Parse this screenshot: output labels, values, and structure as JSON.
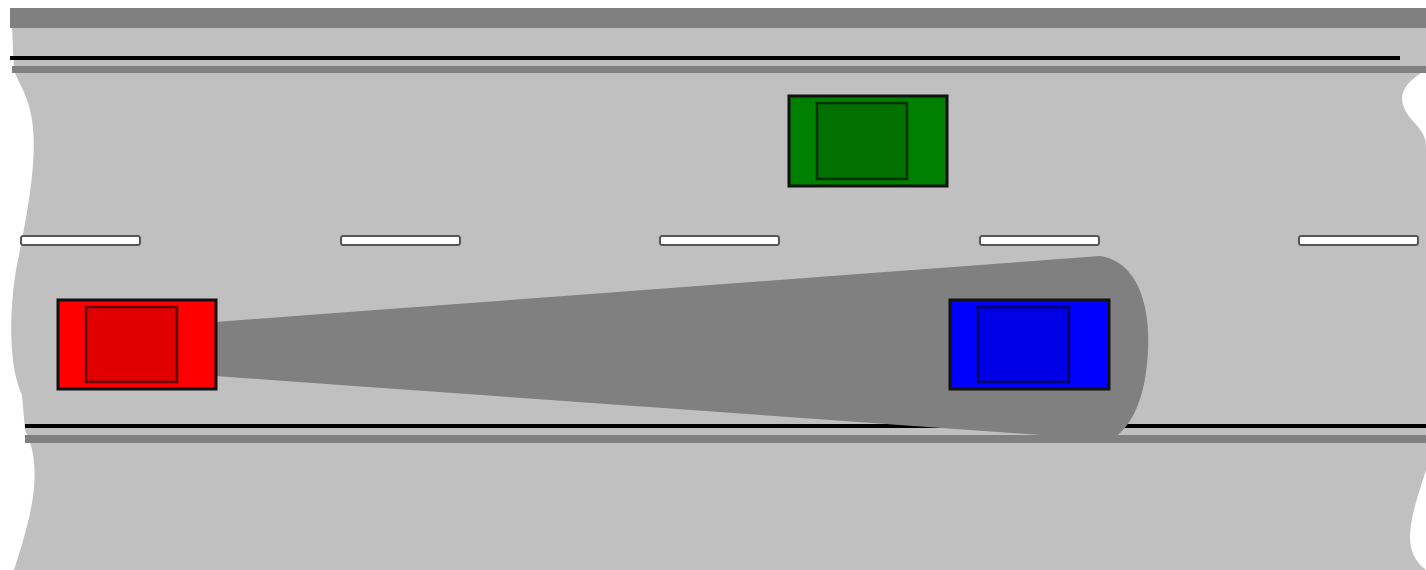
{
  "colors": {
    "background": "#ffffff",
    "road": "#c0c0c0",
    "road_shoulder": "#808080",
    "edge_line": "#000000",
    "lane_dash_fill": "#ffffff",
    "lane_dash_stroke": "#555555",
    "sensor_beam": "#808080"
  },
  "vehicles": [
    {
      "id": "red-car",
      "color": "#ff0000",
      "cabin_color": "#e00000",
      "lane": "bottom",
      "role": "ego"
    },
    {
      "id": "blue-car",
      "color": "#0000ff",
      "cabin_color": "#0000e6",
      "lane": "bottom",
      "role": "lead"
    },
    {
      "id": "green-car",
      "color": "#008000",
      "cabin_color": "#007000",
      "lane": "top",
      "role": "adjacent"
    }
  ],
  "lane_dash_count": 5
}
